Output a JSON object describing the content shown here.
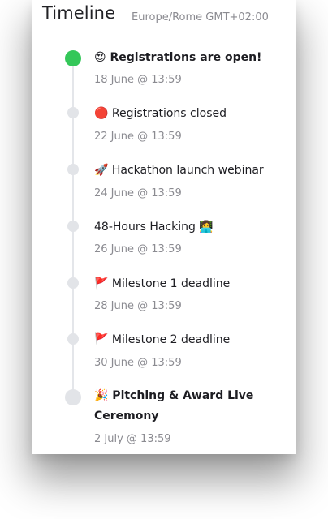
{
  "header": {
    "title": "Timeline",
    "timezone": "Europe/Rome GMT+02:00"
  },
  "events": [
    {
      "title": "😍 Registrations are open!",
      "date": "18 June @ 13:59",
      "bold": true,
      "active": true
    },
    {
      "title": "🔴 Registrations closed",
      "date": "22 June @ 13:59",
      "bold": false,
      "active": false
    },
    {
      "title": "🚀 Hackathon launch webinar",
      "date": "24 June @ 13:59",
      "bold": false,
      "active": false
    },
    {
      "title": "48-Hours Hacking 👩‍💻",
      "date": "26 June @ 13:59",
      "bold": false,
      "active": false
    },
    {
      "title": "🚩 Milestone 1 deadline",
      "date": "28 June @ 13:59",
      "bold": false,
      "active": false
    },
    {
      "title": "🚩 Milestone 2 deadline",
      "date": "30 June @ 13:59",
      "bold": false,
      "active": false
    },
    {
      "title": "🎉 Pitching & Award Live Ceremony",
      "date": "2 July @ 13:59",
      "bold": true,
      "active": false
    }
  ],
  "colors": {
    "active_dot": "#34c759",
    "inactive_dot": "#e2e4e8",
    "rail": "#e4e6ea",
    "muted_text": "#8b8b91"
  }
}
